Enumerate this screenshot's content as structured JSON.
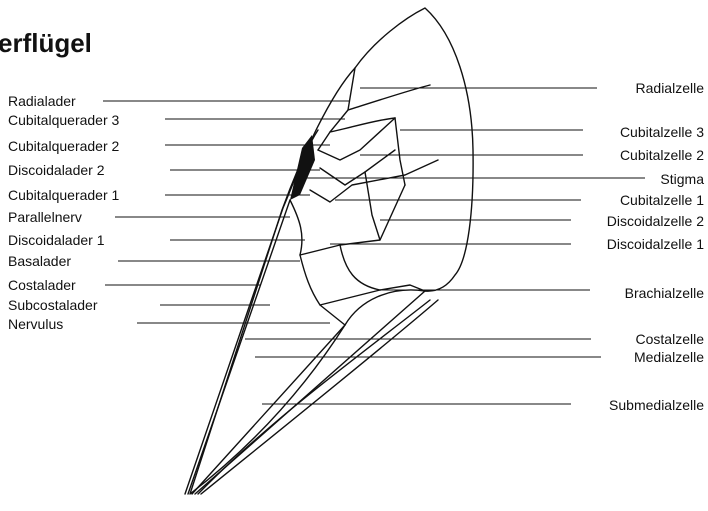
{
  "title": "erflügel",
  "labels_left": [
    "Radialader",
    "Cubitalquerader 3",
    "Cubitalquerader 2",
    "Discoidalader 2",
    "Cubitalquerader 1",
    "Parallelnerv",
    "Discoidalader 1",
    "Basalader",
    "Costalader",
    "Subcostalader",
    "Nervulus"
  ],
  "labels_right": [
    "Radialzelle",
    "Cubitalzelle 3",
    "Cubitalzelle 2",
    "Stigma",
    "Cubitalzelle 1",
    "Discoidalzelle 2",
    "Discoidalzelle 1",
    "Brachialzelle",
    "Costalzelle",
    "Medialzelle",
    "Submedialzelle"
  ],
  "colors": {
    "ink": "#111111",
    "background": "#ffffff"
  }
}
